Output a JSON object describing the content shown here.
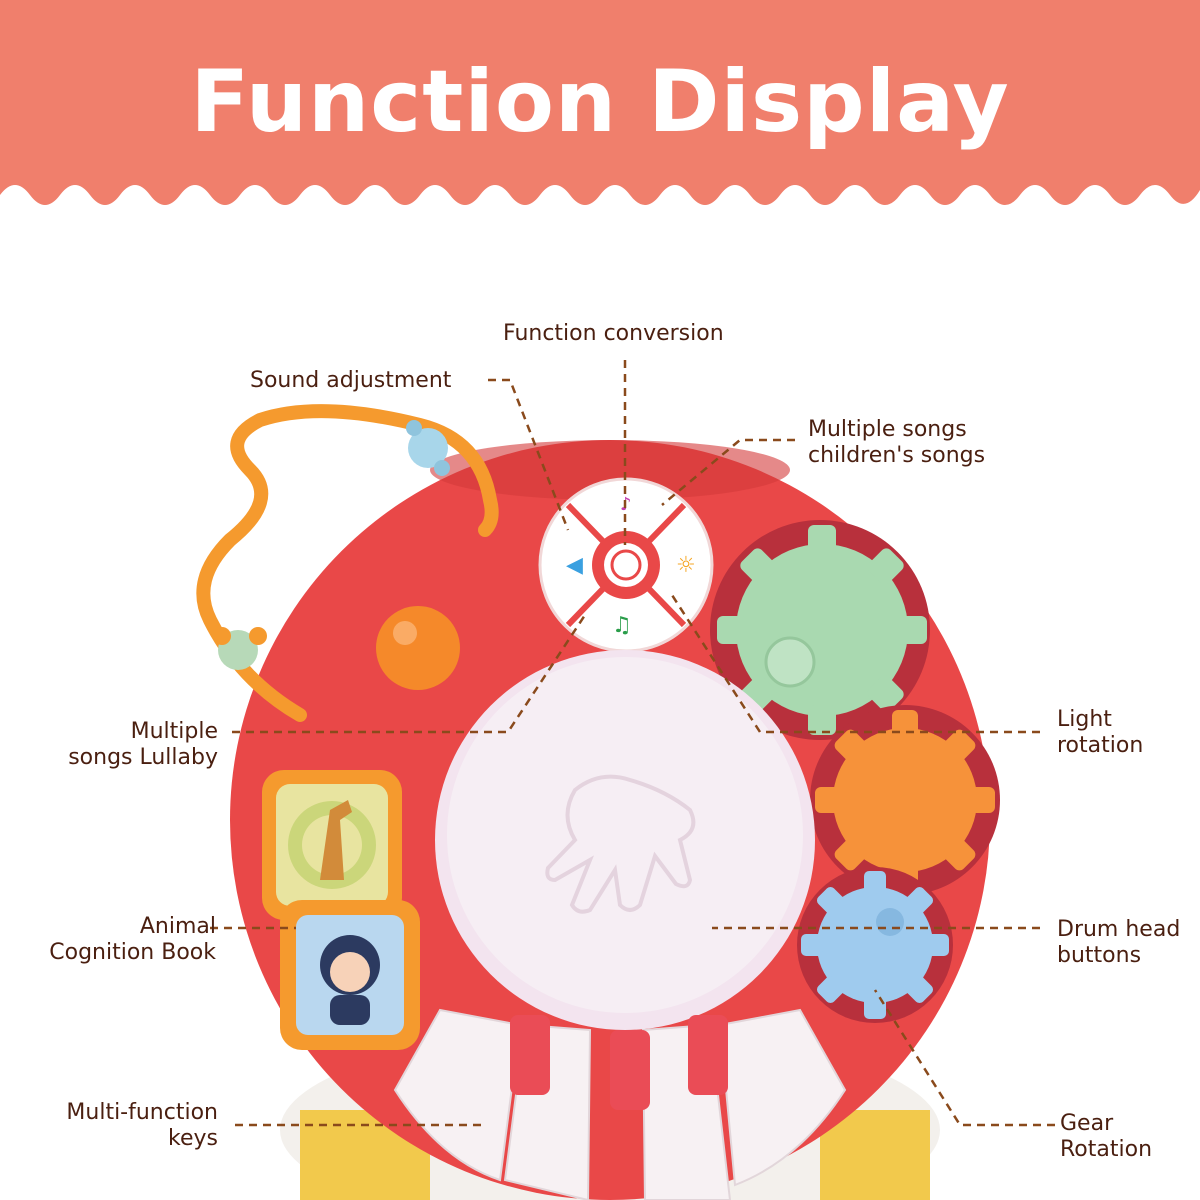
{
  "header": {
    "title": "Function Display",
    "background_color": "#f07f6c"
  },
  "colors": {
    "callout_text": "#4a1f10",
    "callout_line": "#8a4a1c",
    "toy_base": "#e94848",
    "drum": "#f6eef4",
    "gear_green": "#a9d9b0",
    "gear_orange": "#f6923a",
    "gear_blue": "#9fcbee"
  },
  "labels": {
    "function_conversion": "Function conversion",
    "sound_adjustment": "Sound adjustment",
    "multiple_songs_childrens": "Multiple songs\nchildren's songs",
    "multiple_songs_lullaby": "Multiple\nsongs Lullaby",
    "light_rotation": "Light\nrotation",
    "animal_cognition_book": "Animal\nCognition Book",
    "drum_head_buttons": "Drum head\nbuttons",
    "multi_function_keys": "Multi-function\nkeys",
    "gear_rotation": "Gear\nRotation"
  }
}
